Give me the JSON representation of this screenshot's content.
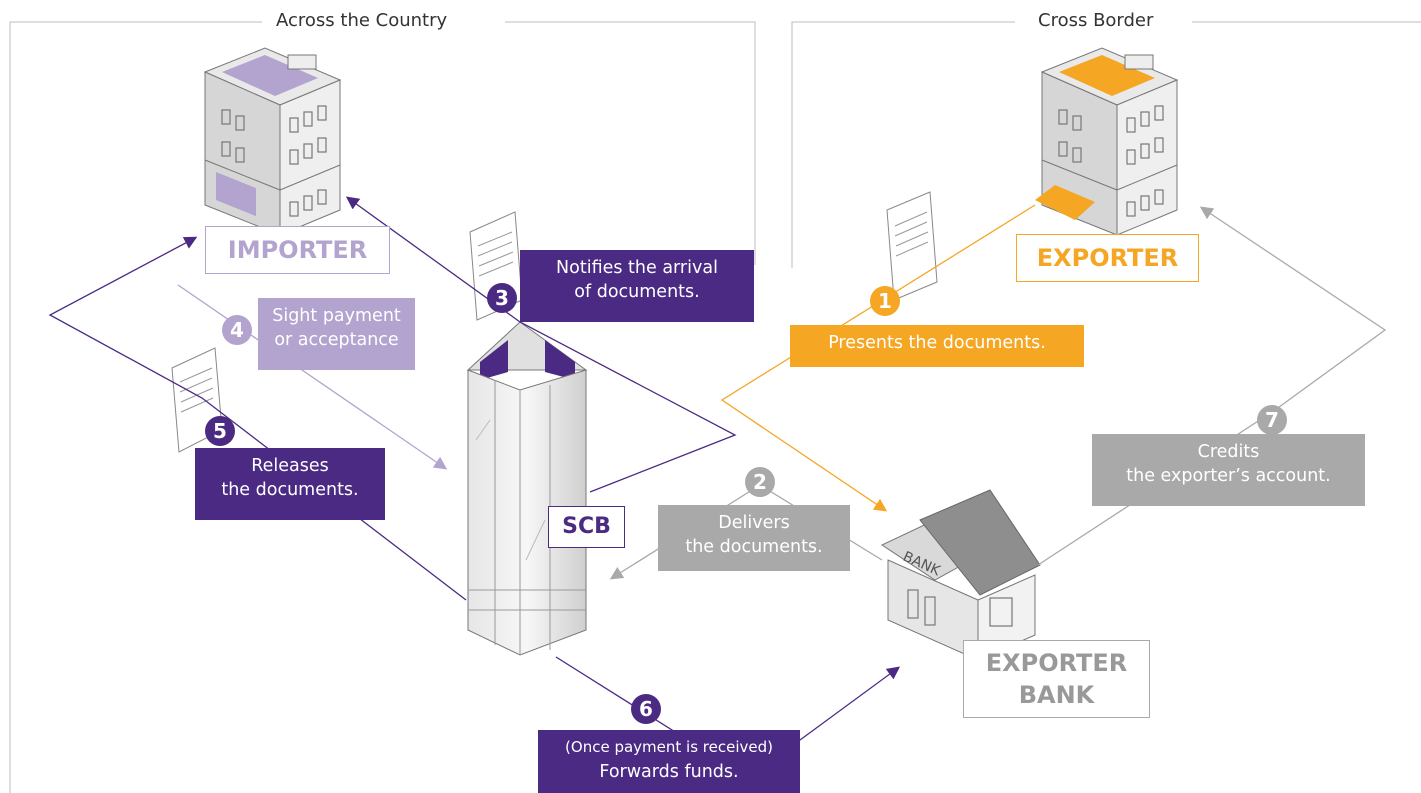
{
  "regions": {
    "left_title": "Across the Country",
    "right_title": "Cross Border"
  },
  "parties": {
    "importer": "IMPORTER",
    "exporter": "EXPORTER",
    "scb": "SCB",
    "exporter_bank_line1": "EXPORTER",
    "exporter_bank_line2": "BANK",
    "bank_sign": "BANK"
  },
  "steps": [
    {
      "number": "1",
      "line1": "Presents the documents.",
      "line2": ""
    },
    {
      "number": "2",
      "line1": "Delivers",
      "line2": "the documents."
    },
    {
      "number": "3",
      "line1": "Notifies the arrival",
      "line2": "of documents."
    },
    {
      "number": "4",
      "line1": "Sight payment",
      "line2": "or acceptance"
    },
    {
      "number": "5",
      "line1": "Releases",
      "line2": "the documents."
    },
    {
      "number": "6",
      "line1": "(Once payment is received)",
      "line2": "Forwards funds."
    },
    {
      "number": "7",
      "line1": "Credits",
      "line2": "the exporter’s account."
    }
  ],
  "colors": {
    "purple": "#4b2a84",
    "lavender": "#b3a3cf",
    "orange": "#f5a623",
    "gray": "#a9a9a9",
    "building": "#c8c8c8"
  }
}
